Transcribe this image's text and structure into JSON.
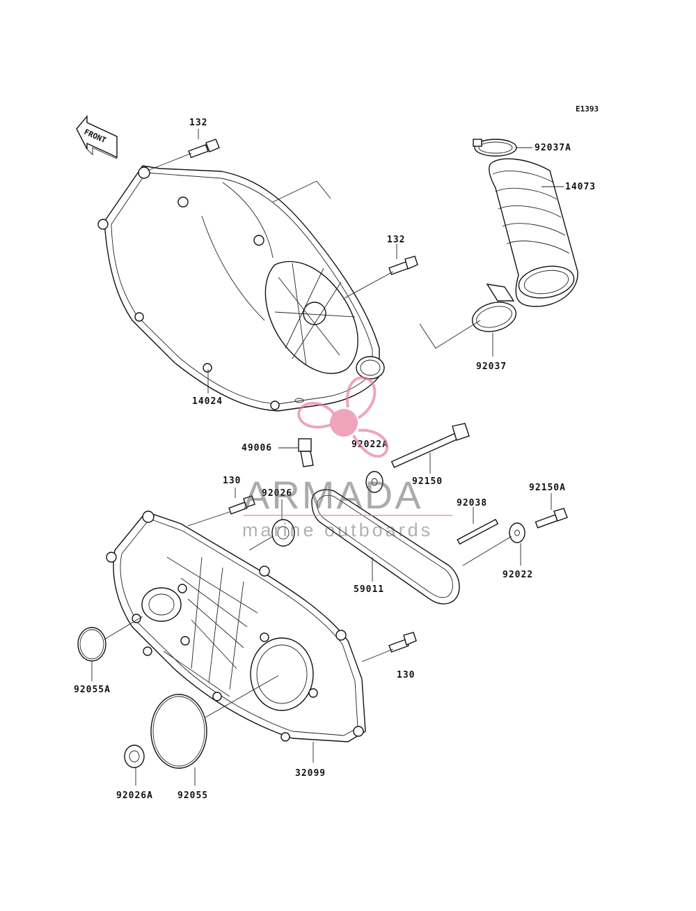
{
  "ref_code": "E1393",
  "front_arrow_label": "FRONT",
  "parts": {
    "p132_top": "132",
    "p132_mid": "132",
    "p92037A": "92037A",
    "p14073": "14073",
    "p92037": "92037",
    "p14024": "14024",
    "p49006": "49006",
    "p92022A": "92022A",
    "p92150": "92150",
    "p130_top": "130",
    "p92026": "92026",
    "p92038": "92038",
    "p92150A": "92150A",
    "p59011": "59011",
    "p92022": "92022",
    "p130_bottom": "130",
    "p92055A": "92055A",
    "p32099": "32099",
    "p92026A": "92026A",
    "p92055": "92055"
  },
  "watermark": {
    "brand": "ARMADA",
    "tagline": "marine outboards",
    "color": "#e8799d"
  }
}
